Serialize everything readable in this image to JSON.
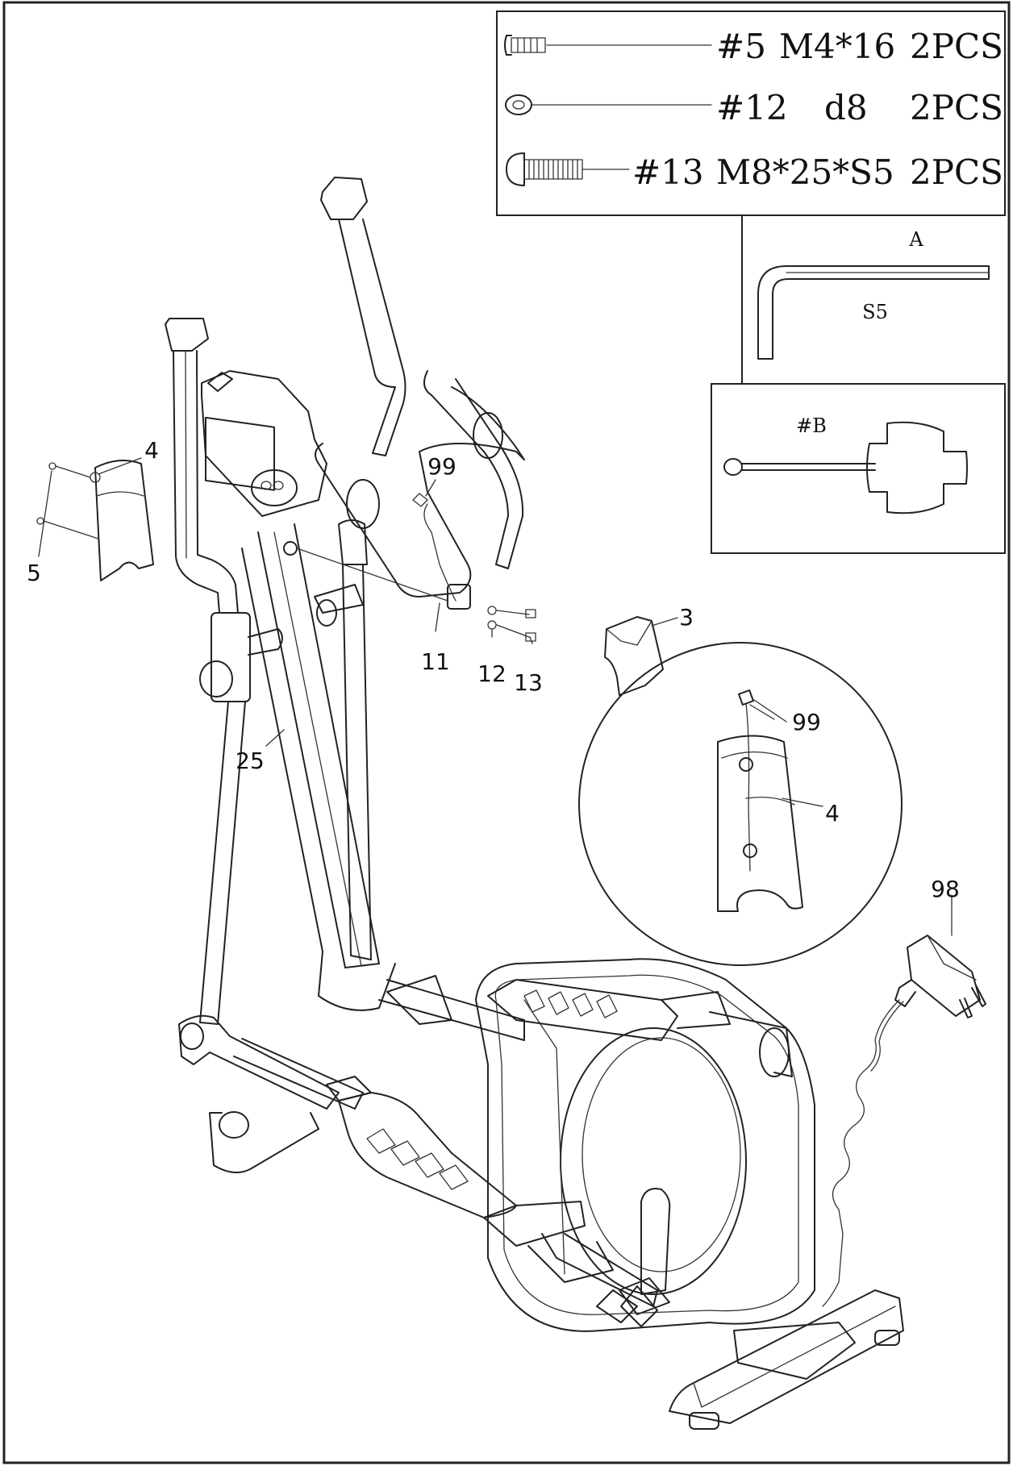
{
  "parts_list": [
    {
      "number": "#5",
      "size": "M4*16",
      "qty": "2PCS",
      "icon": "bolt-short-icon"
    },
    {
      "number": "#12",
      "size": "d8",
      "qty": "2PCS",
      "icon": "washer-icon"
    },
    {
      "number": "#13",
      "size": "M8*25*S5",
      "qty": "2PCS",
      "icon": "bolt-long-icon"
    }
  ],
  "tools": {
    "allen_key": {
      "label_top": "A",
      "label_size": "S5",
      "icon": "allen-key-icon"
    },
    "wrench": {
      "label": "#B",
      "icon": "multi-wrench-icon"
    }
  },
  "callouts": {
    "c4": "4",
    "c5": "5",
    "c99": "99",
    "c11": "11",
    "c12": "12",
    "c13": "13",
    "c3": "3",
    "c25": "25",
    "c99b": "99",
    "c4b": "4",
    "c98": "98"
  }
}
